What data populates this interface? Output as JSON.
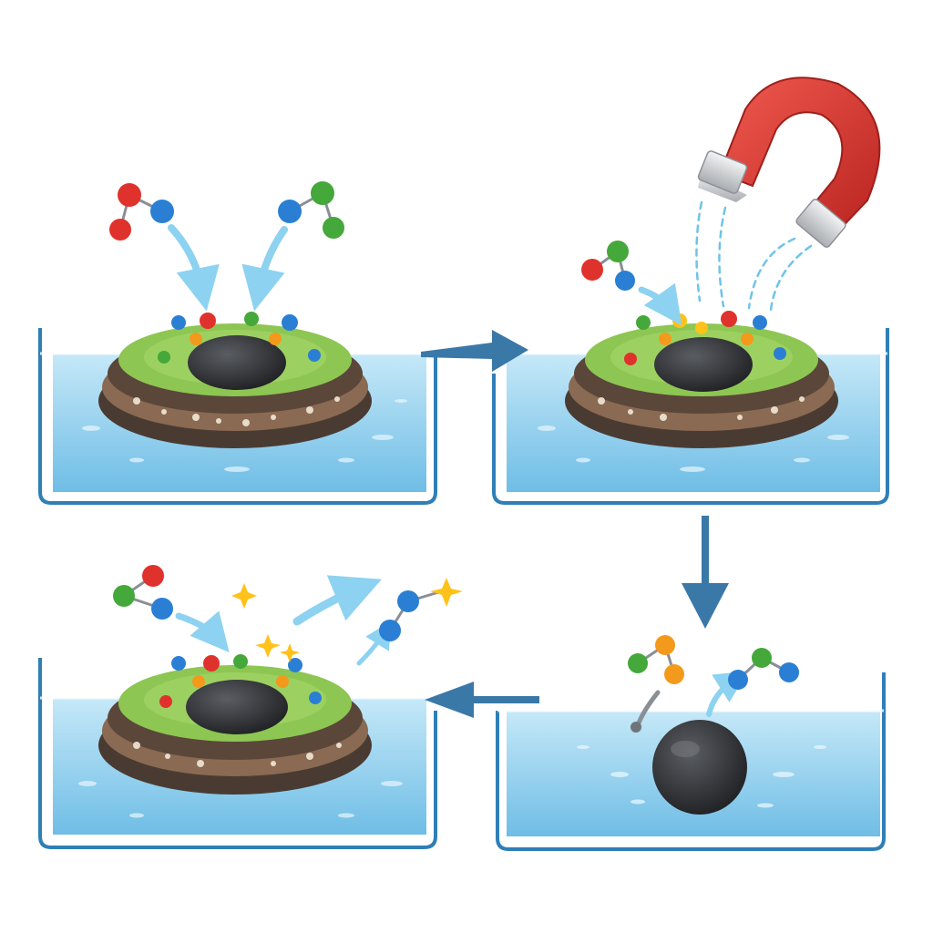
{
  "colors": {
    "water_top": "#a9dcf3",
    "water_bottom": "#5fb6e3",
    "tank_outline": "#2f7fb6",
    "crust_dark": "#4a3b32",
    "crust_mid": "#8a6a52",
    "lid_green": "#8dc653",
    "core_black": "#2d2f33",
    "flow_arrow": "#8dd2f0",
    "process_arrow": "#3a78a8",
    "magnet_red": "#d9312d",
    "magnet_tip": "#d7d9db",
    "atom_red": "#e0322c",
    "atom_blue": "#2a7fd4",
    "atom_green": "#44a83a",
    "atom_orange": "#f39a1c",
    "spark_yellow": "#ffc21a"
  },
  "icons": {
    "magnet": "horseshoe-magnet-icon",
    "sparkle": "sparkle-icon",
    "molecule": "molecule-icon",
    "composite": "layered-adsorbent-disc",
    "sphere": "magnetic-core-sphere"
  },
  "panels": [
    {
      "id": "adsorption",
      "composite": true,
      "core_only": false,
      "magnet": false
    },
    {
      "id": "magnetic-separation",
      "composite": true,
      "core_only": false,
      "magnet": true
    },
    {
      "id": "recovery",
      "composite": false,
      "core_only": true,
      "magnet": false
    },
    {
      "id": "regeneration",
      "composite": true,
      "core_only": false,
      "magnet": false
    }
  ],
  "process_order": [
    "adsorption",
    "magnetic-separation",
    "recovery",
    "regeneration"
  ]
}
